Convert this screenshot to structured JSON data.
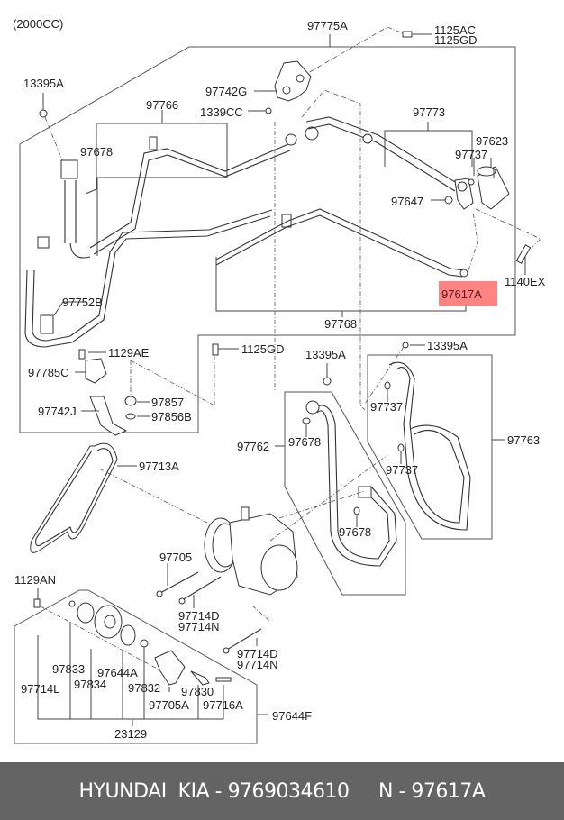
{
  "diagram": {
    "engine_variant": "(2000CC)",
    "highlighted_part": "97617A",
    "highlight_color": "#ff5a5a",
    "labels": {
      "l97775A": "97775A",
      "l1125AC": "1125AC",
      "l1125GD_top": "1125GD",
      "l13395A_topleft": "13395A",
      "l97742G": "97742G",
      "l1339CC": "1339CC",
      "l97766": "97766",
      "l97678_left": "97678",
      "l97773": "97773",
      "l97623": "97623",
      "l97737_top": "97737",
      "l97647": "97647",
      "l1140EX": "1140EX",
      "l97617A": "97617A",
      "l97752B": "97752B",
      "l97768": "97768",
      "l1129AE": "1129AE",
      "l97785C": "97785C",
      "l1125GD_mid": "1125GD",
      "l13395A_mid": "13395A",
      "l13395A_right": "13395A",
      "l97857": "97857",
      "l97742J": "97742J",
      "l97856B": "97856B",
      "l97737_r1": "97737",
      "l97762": "97762",
      "l97678_mid": "97678",
      "l97763": "97763",
      "l97737_r2": "97737",
      "l97713A": "97713A",
      "l97678_low": "97678",
      "l97705": "97705",
      "l1129AN": "1129AN",
      "l97714D_a": "97714D",
      "l97714N_a": "97714N",
      "l97714D_b": "97714D",
      "l97714N_b": "97714N",
      "l97833": "97833",
      "l97644A": "97644A",
      "l97714L": "97714L",
      "l97834": "97834",
      "l97832": "97832",
      "l97830": "97830",
      "l97705A": "97705A",
      "l97716A": "97716A",
      "l97644F": "97644F",
      "l23129": "23129"
    }
  },
  "footer": {
    "brand": "HYUNDAI  KIA",
    "part_number": " - 9769034610",
    "separator": "     ",
    "ref": "N - 97617A",
    "background": "#646464"
  }
}
